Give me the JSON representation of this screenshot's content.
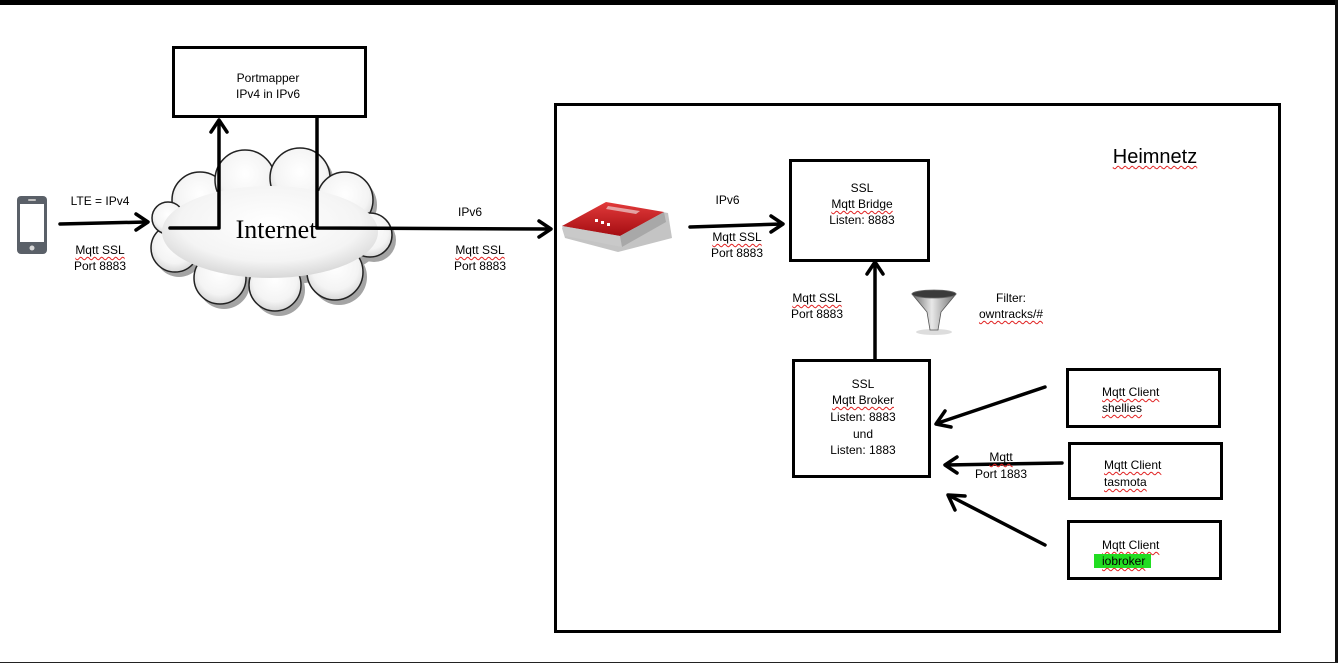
{
  "diagram": {
    "portmapper": {
      "line1": "Portmapper",
      "line2": "IPv4 in IPv6"
    },
    "phone": {
      "link": "LTE = IPv4",
      "proto": "Mqtt SSL",
      "port": "Port 8883"
    },
    "internet": {
      "label": "Internet"
    },
    "router_link": {
      "ipv6": "IPv6",
      "proto": "Mqtt SSL",
      "port": "Port 8883"
    },
    "heimnetz": {
      "label": "Heimnetz"
    },
    "bridge_link": {
      "ipv6": "IPv6",
      "proto": "Mqtt SSL",
      "port": "Port 8883"
    },
    "bridge": {
      "line1": "SSL",
      "line2": "Mqtt Bridge",
      "line3": "Listen: 8883"
    },
    "broker_link": {
      "proto": "Mqtt SSL",
      "port": "Port 8883"
    },
    "filter": {
      "line1": "Filter:",
      "line2": "owntracks/#"
    },
    "broker": {
      "line1": "SSL",
      "line2": "Mqtt Broker",
      "line3": "Listen: 8883",
      "line4": "und",
      "line5": "Listen: 1883"
    },
    "clients": [
      {
        "line1": "Mqtt Client",
        "line2": "shellies"
      },
      {
        "line1": "Mqtt Client",
        "line2": "tasmota"
      },
      {
        "line1": "Mqtt Client",
        "line2": "iobroker"
      }
    ],
    "client_link": {
      "proto": "Mqtt",
      "port": "Port 1883"
    },
    "colors": {
      "router_red": "#c0141c",
      "highlight": "#22dd22",
      "line": "#000000"
    }
  }
}
